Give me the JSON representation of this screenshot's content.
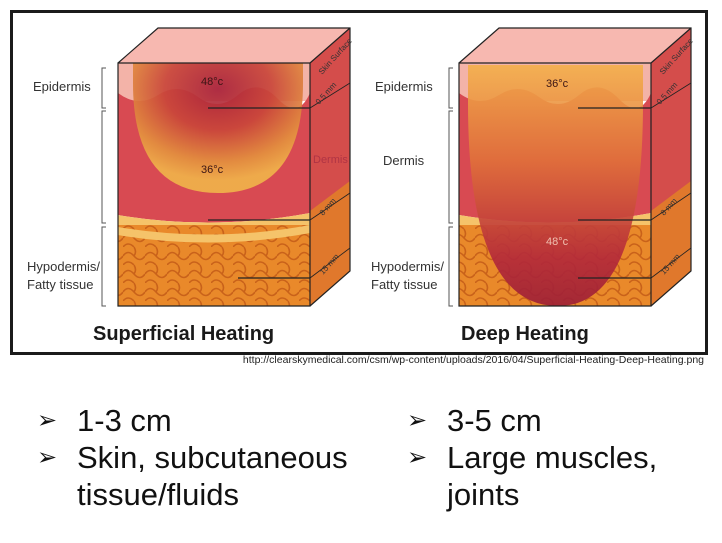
{
  "labels": {
    "epidermis": "Epidermis",
    "dermis": "Dermis",
    "hypodermis_1": "Hypodermis/",
    "hypodermis_2": "Fatty tissue",
    "skin_surface": "Skin Surface",
    "d1": "0.5 mm",
    "d2": "8 mm",
    "d3": "15 mm"
  },
  "superficial": {
    "title": "Superficial Heating",
    "temp_top": "48°c",
    "temp_bottom": "36°c"
  },
  "deep": {
    "title": "Deep Heating",
    "temp_top": "36°c",
    "temp_bottom": "48°c"
  },
  "source_url": "http://clearskymedical.com/csm/wp-content/uploads/2016/04/Superficial-Heating-Deep-Heating.png",
  "bullets_left": [
    "1-3 cm",
    "Skin, subcutaneous tissue/fluids"
  ],
  "bullets_right": [
    "3-5 cm",
    "Large muscles, joints"
  ],
  "bullet_marker": "➢"
}
